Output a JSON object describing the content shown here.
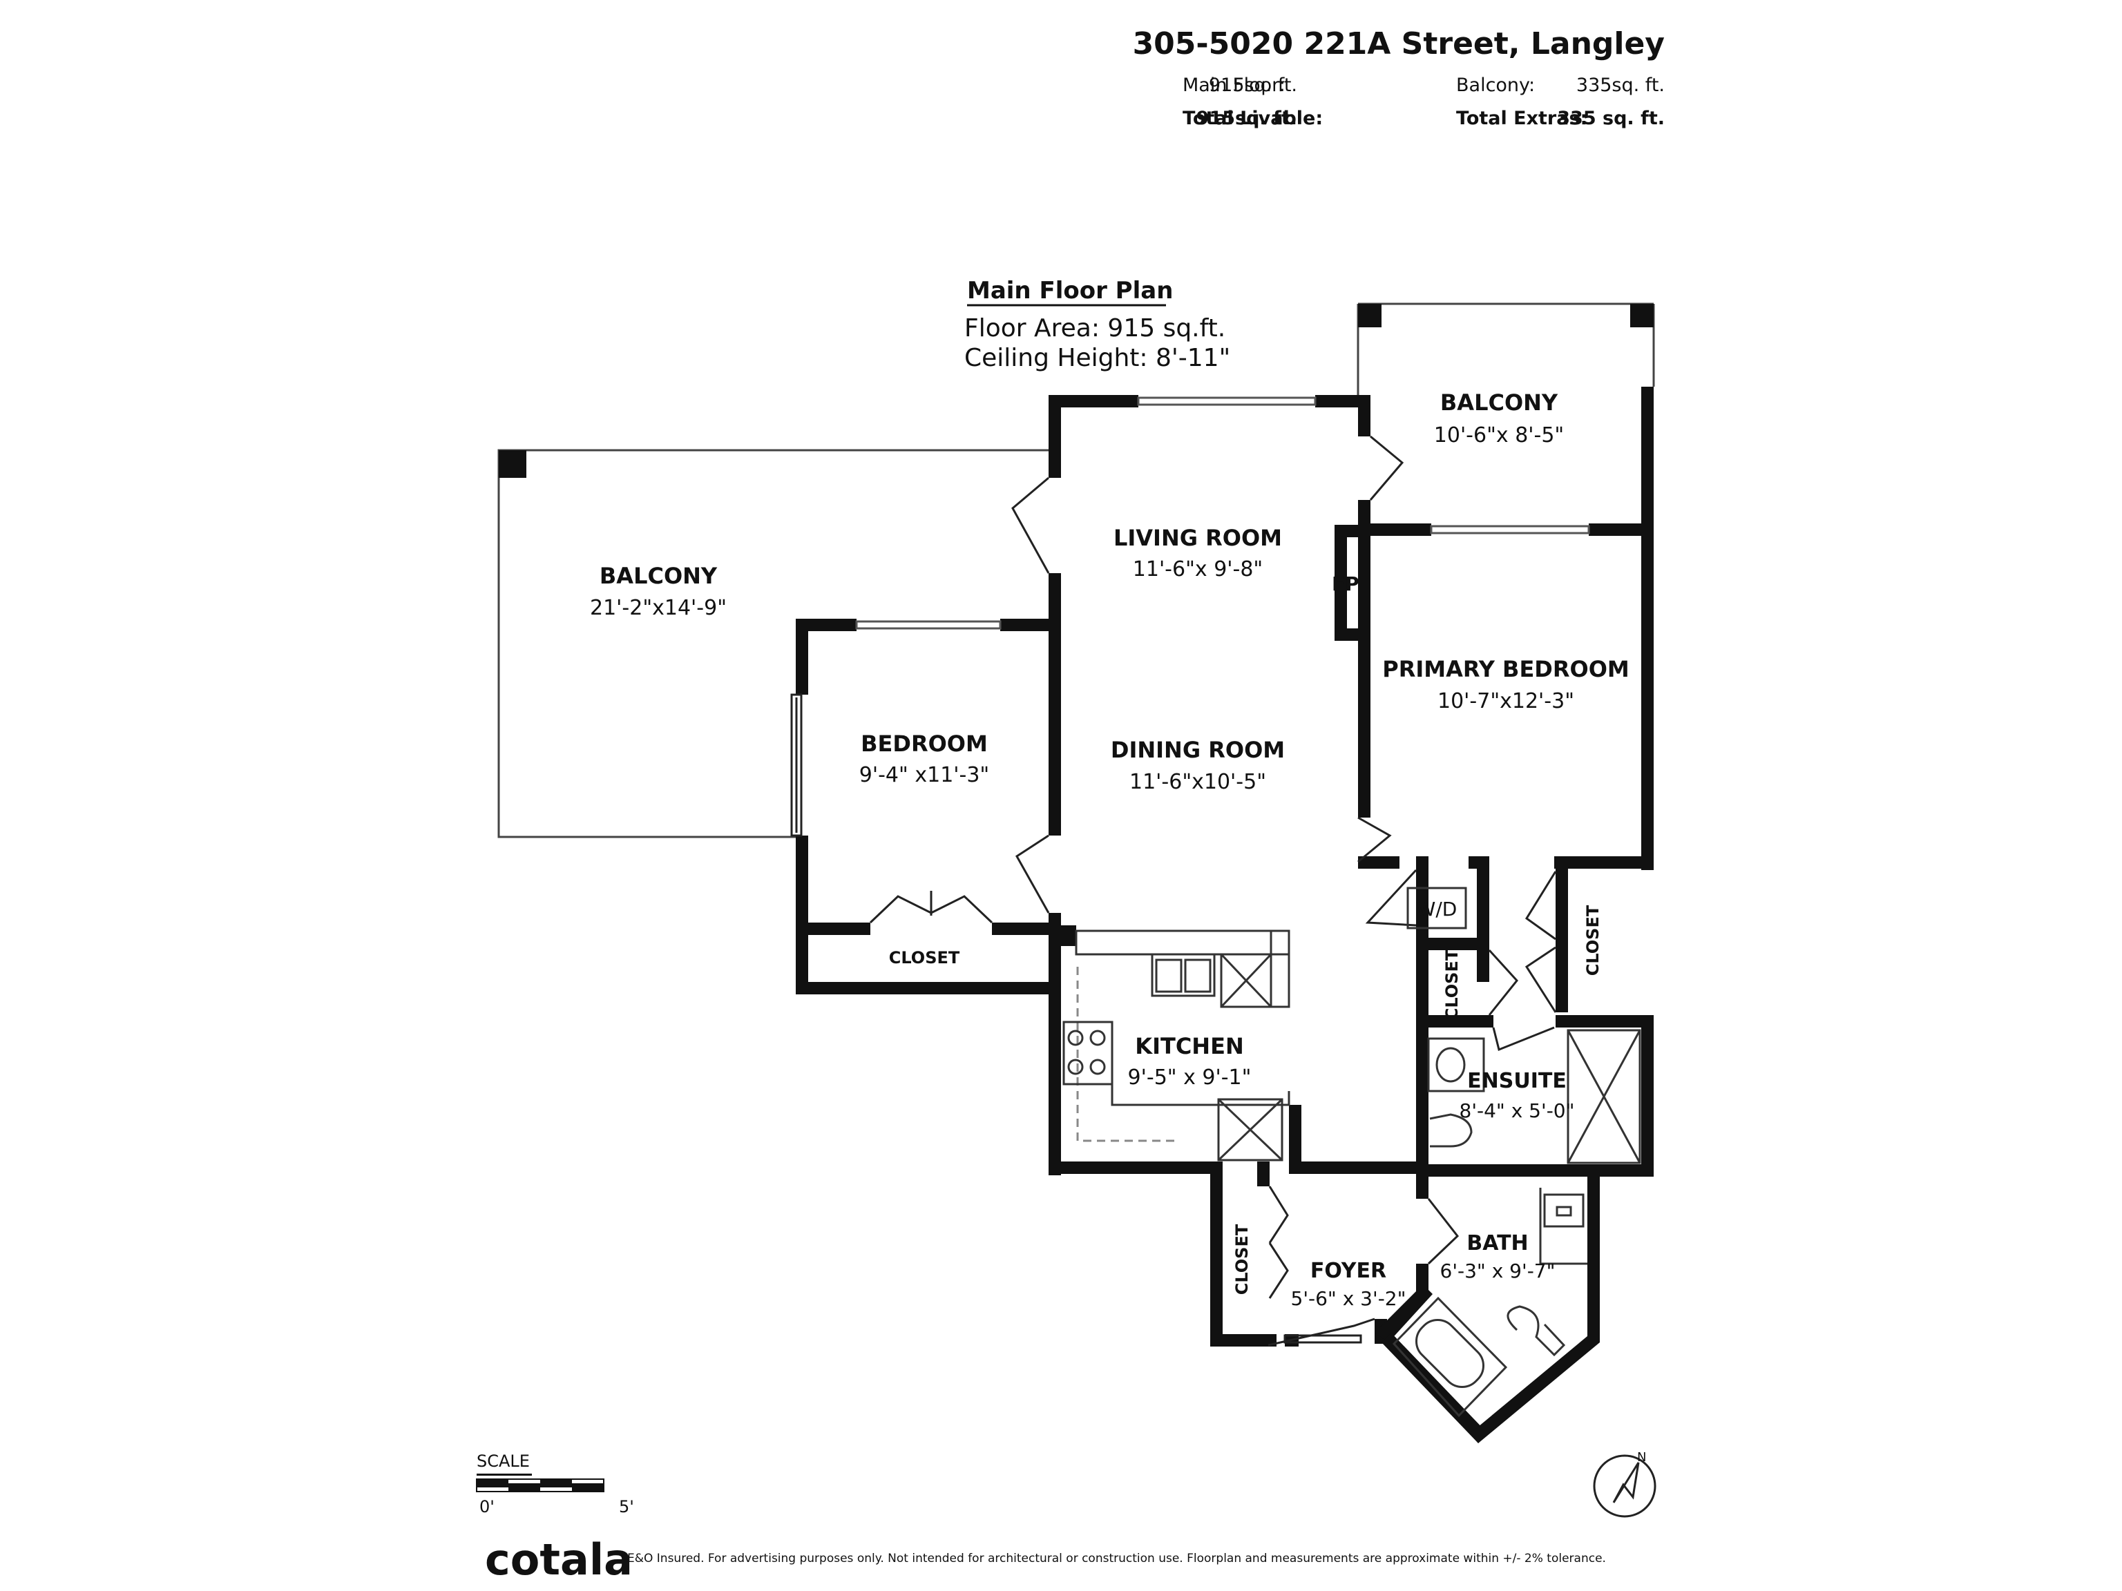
{
  "header": {
    "address": "305-5020 221A Street, Langley",
    "main_floor_label": "Main Floor:",
    "main_floor_value": "915sq. ft.",
    "balcony_label": "Balcony:",
    "balcony_value": "335sq. ft.",
    "total_livable_label": "Total Livable:",
    "total_livable_value": "915sq. ft.",
    "total_extras_label": "Total Extras:",
    "total_extras_value": "335 sq. ft."
  },
  "plan": {
    "title": "Main Floor Plan",
    "floor_area": "Floor Area: 915 sq.ft.",
    "ceiling_height": "Ceiling Height: 8'-11\""
  },
  "rooms": {
    "balcony_west": {
      "name": "BALCONY",
      "dims": "21'-2\"x14'-9\""
    },
    "balcony_north": {
      "name": "BALCONY",
      "dims": "10'-6\"x 8'-5\""
    },
    "living_room": {
      "name": "LIVING ROOM",
      "dims": "11'-6\"x 9'-8\""
    },
    "dining_room": {
      "name": "DINING ROOM",
      "dims": "11'-6\"x10'-5\""
    },
    "bedroom": {
      "name": "BEDROOM",
      "dims": "9'-4\" x11'-3\""
    },
    "primary_bedroom": {
      "name": "PRIMARY BEDROOM",
      "dims": "10'-7\"x12'-3\""
    },
    "kitchen": {
      "name": "KITCHEN",
      "dims": "9'-5\" x 9'-1\""
    },
    "ensuite": {
      "name": "ENSUITE",
      "dims": "8'-4\" x 5'-0\""
    },
    "bath": {
      "name": "BATH",
      "dims": "6'-3\" x 9'-7\""
    },
    "foyer": {
      "name": "FOYER",
      "dims": "5'-6\" x 3'-2\""
    },
    "fireplace": "FP",
    "laundry": "W/D",
    "closet": "CLOSET"
  },
  "scale": {
    "label": "SCALE",
    "start": "0'",
    "end": "5'"
  },
  "compass": {
    "letter": "N"
  },
  "footer": {
    "brand": "cotala",
    "disclaimer": "E&O Insured. For advertising purposes only. Not intended for architectural or construction use. Floorplan and measurements are approximate within +/- 2% tolerance."
  }
}
